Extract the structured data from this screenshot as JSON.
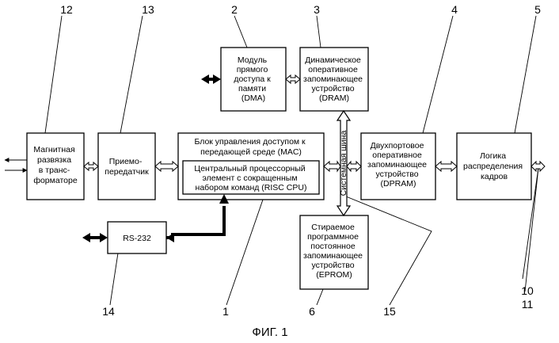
{
  "blocks": {
    "magnetic": [
      "Магнитная",
      "развязка",
      "в транс-",
      "форматоре"
    ],
    "transceiver": [
      "Приемо-",
      "передатчик"
    ],
    "mac_title": [
      "Блок управления доступом к",
      "передающей среде (MAC)"
    ],
    "risc": [
      "Центральный процессорный",
      "элемент с сокращенным",
      "набором команд (RISC CPU)"
    ],
    "dma": [
      "Модуль",
      "прямого",
      "доступа к",
      "памяти",
      "(DMA)"
    ],
    "dram": [
      "Динамическое",
      "оперативное",
      "запоминающее",
      "устройство",
      "(DRAM)"
    ],
    "dpram": [
      "Двухпортовое",
      "оперативное",
      "запоминающее",
      "устройство",
      "(DPRAM)"
    ],
    "logic": [
      "Логика",
      "распределения",
      "кадров"
    ],
    "eprom": [
      "Стираемое",
      "программное",
      "постоянное",
      "запоминающее",
      "устройство",
      "(EPROM)"
    ],
    "rs232": "RS-232",
    "system_bus": "Системная шина"
  },
  "refs": {
    "r1": "1",
    "r2": "2",
    "r3": "3",
    "r4": "4",
    "r5": "5",
    "r6": "6",
    "r10": "10",
    "r11": "11",
    "r12": "12",
    "r13": "13",
    "r14": "14",
    "r15": "15"
  },
  "caption": "ФИГ. 1"
}
